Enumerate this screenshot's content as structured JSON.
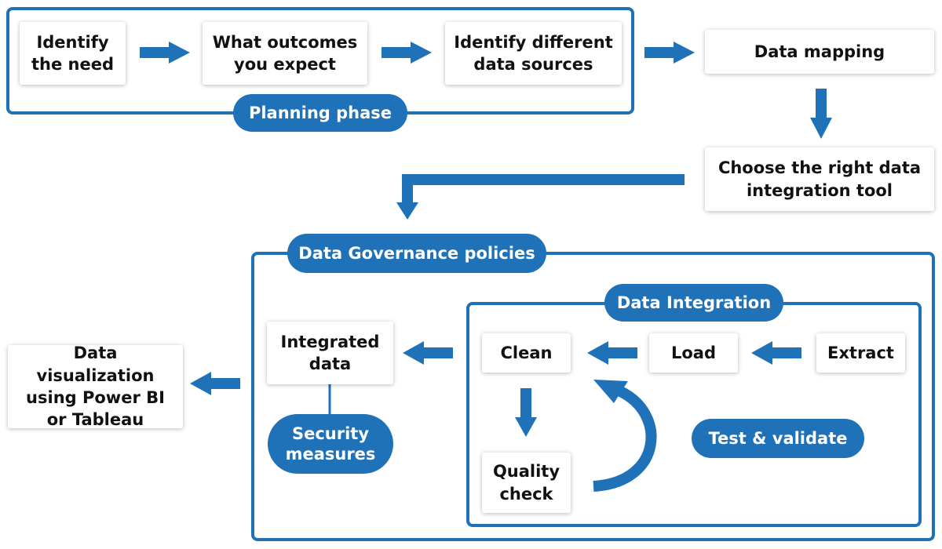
{
  "planning": {
    "identify_need": "Identify\nthe need",
    "outcomes": "What outcomes\nyou expect",
    "sources": "Identify different\ndata sources",
    "phase_label": "Planning phase"
  },
  "flow": {
    "data_mapping": "Data mapping",
    "choose_tool": "Choose the right data\nintegration tool"
  },
  "governance": {
    "label": "Data Governance policies",
    "integrated_data": "Integrated\ndata",
    "security": "Security\nmeasures"
  },
  "integration": {
    "label": "Data Integration",
    "clean": "Clean",
    "load": "Load",
    "extract": "Extract",
    "quality": "Quality\ncheck",
    "test": "Test & validate"
  },
  "output": {
    "visualization": "Data visualization\nusing Power BI\nor Tableau"
  },
  "colors": {
    "accent": "#1f72b8"
  }
}
